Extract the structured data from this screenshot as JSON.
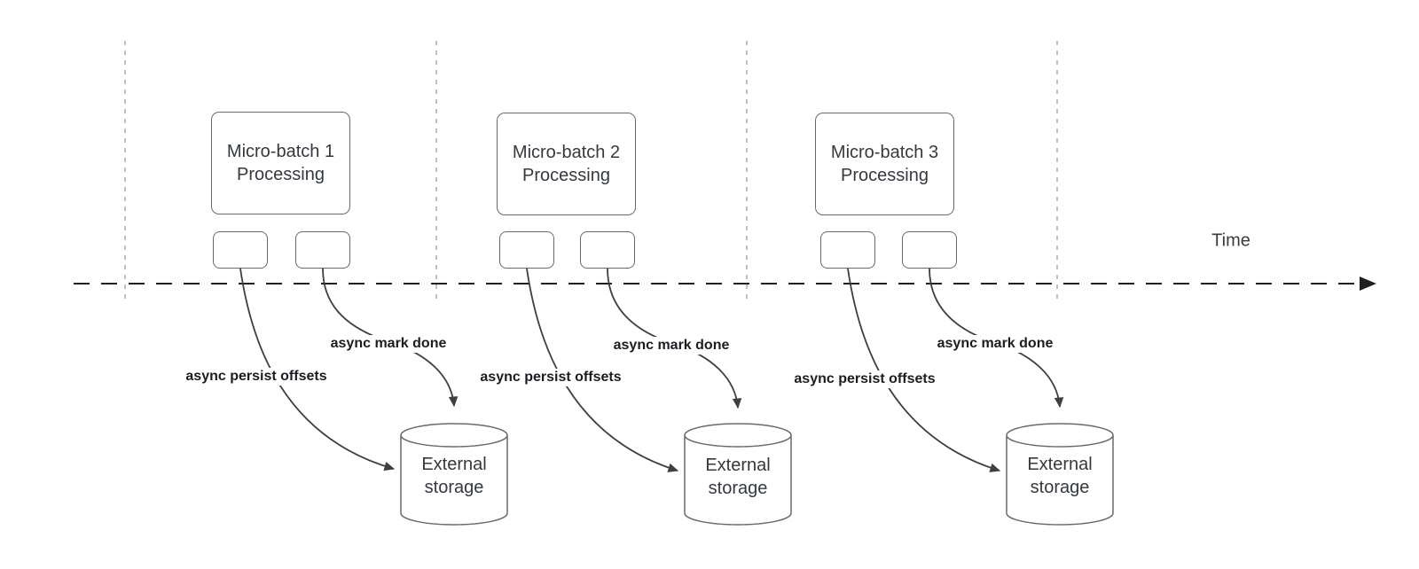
{
  "diagram": {
    "title_hint": "micro-batch async offset commit timeline",
    "time_axis": {
      "label": "Time"
    },
    "colors": {
      "background": "#ffffff",
      "shape_stroke": "#666b70",
      "arrow_stroke": "#3a4046",
      "timeline_stroke": "#1f1f1f",
      "lane_divider_stroke": "#ababab",
      "shape_text": "#33393f",
      "bold_label_text": "#191e23"
    },
    "groups": [
      {
        "box_label": "Micro-batch 1\nProcessing",
        "persist_label": "async persist offsets",
        "markdone_label": "async mark done",
        "storage_label": "External\nstorage"
      },
      {
        "box_label": "Micro-batch 2\nProcessing",
        "persist_label": "async persist offsets",
        "markdone_label": "async mark done",
        "storage_label": "External\nstorage"
      },
      {
        "box_label": "Micro-batch 3\nProcessing",
        "persist_label": "async persist offsets",
        "markdone_label": "async mark done",
        "storage_label": "External\nstorage"
      }
    ]
  }
}
